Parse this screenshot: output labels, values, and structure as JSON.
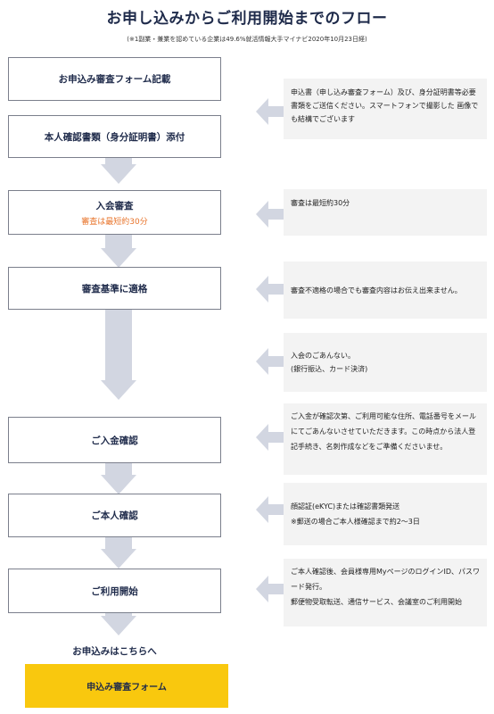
{
  "header": {
    "title": "お申し込みからご利用開始までのフロー",
    "note": "(※1副業・兼業を認めている企業は49.6%就活情報大手マイナビ2020年10月23日経)"
  },
  "steps": [
    {
      "label": "お申込み審査フォーム記載"
    },
    {
      "label": "本人確認書類（身分証明書）添付"
    },
    {
      "label": "入会審査",
      "sub": "審査は最短約30分"
    },
    {
      "label": "審査基準に適格"
    },
    {
      "label": "ご入金確認"
    },
    {
      "label": "ご本人確認"
    },
    {
      "label": "ご利用開始"
    }
  ],
  "info": [
    {
      "lines": [
        "申込書（申し込み審査フォーム）及び、身分証明書等必要書類をご送信ください。スマートフォンで撮影した 画像でも結構でございます"
      ]
    },
    {
      "lines": [
        "審査は最短約30分"
      ]
    },
    {
      "lines": [
        "審査不適格の場合でも審査内容はお伝え出来ません。"
      ]
    },
    {
      "lines": [
        "入会のごあんない。",
        "(銀行振込、カード決済)"
      ]
    },
    {
      "lines": [
        "ご入金が確認次第、ご利用可能な住所、電話番号をメールにてごあんないさせていただきます。この時点から法人登記手続き、名刺作成などをご準備くださいませ。"
      ]
    },
    {
      "lines": [
        "顔認証(eKYC)または確認書類発送",
        "※郵送の場合ご本人様確認まで約2〜3日"
      ]
    },
    {
      "lines": [
        "ご本人確認後、会員様専用MyページのログインID、パスワード発行。",
        "郵便物受取転送、通信サービス、会議室のご利用開始"
      ]
    }
  ],
  "cta": {
    "heading": "お申込みはこちらへ",
    "button_label": "申込み審査フォーム"
  }
}
